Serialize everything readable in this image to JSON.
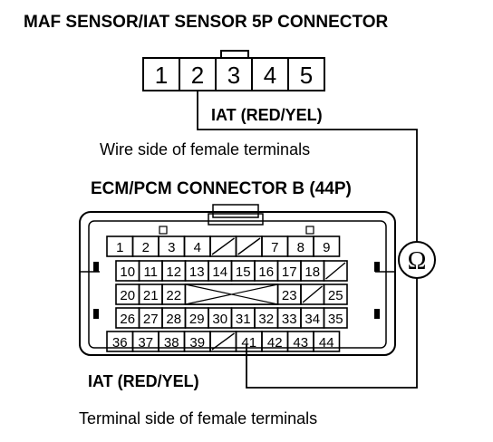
{
  "top_connector": {
    "title": "MAF SENSOR/IAT SENSOR 5P CONNECTOR",
    "pins": [
      "1",
      "2",
      "3",
      "4",
      "5"
    ],
    "wire_label": "IAT (RED/YEL)",
    "view_caption": "Wire side of female terminals"
  },
  "ecm_connector": {
    "title": "ECM/PCM CONNECTOR B (44P)",
    "rows": [
      [
        "1",
        "2",
        "3",
        "4",
        "",
        "",
        "7",
        "8",
        "9"
      ],
      [
        "10",
        "11",
        "12",
        "13",
        "14",
        "15",
        "16",
        "17",
        "18",
        ""
      ],
      [
        "20",
        "21",
        "22",
        "",
        "",
        "",
        "",
        "23",
        "",
        "25"
      ],
      [
        "26",
        "27",
        "28",
        "29",
        "30",
        "31",
        "32",
        "33",
        "34",
        "35"
      ],
      [
        "36",
        "37",
        "38",
        "39",
        "",
        "41",
        "42",
        "43",
        "44"
      ]
    ],
    "wire_label": "IAT (RED/YEL)",
    "view_caption": "Terminal side of female terminals"
  },
  "meter": {
    "symbol": "Ω"
  },
  "colors": {
    "line": "#000000",
    "background": "#ffffff"
  }
}
